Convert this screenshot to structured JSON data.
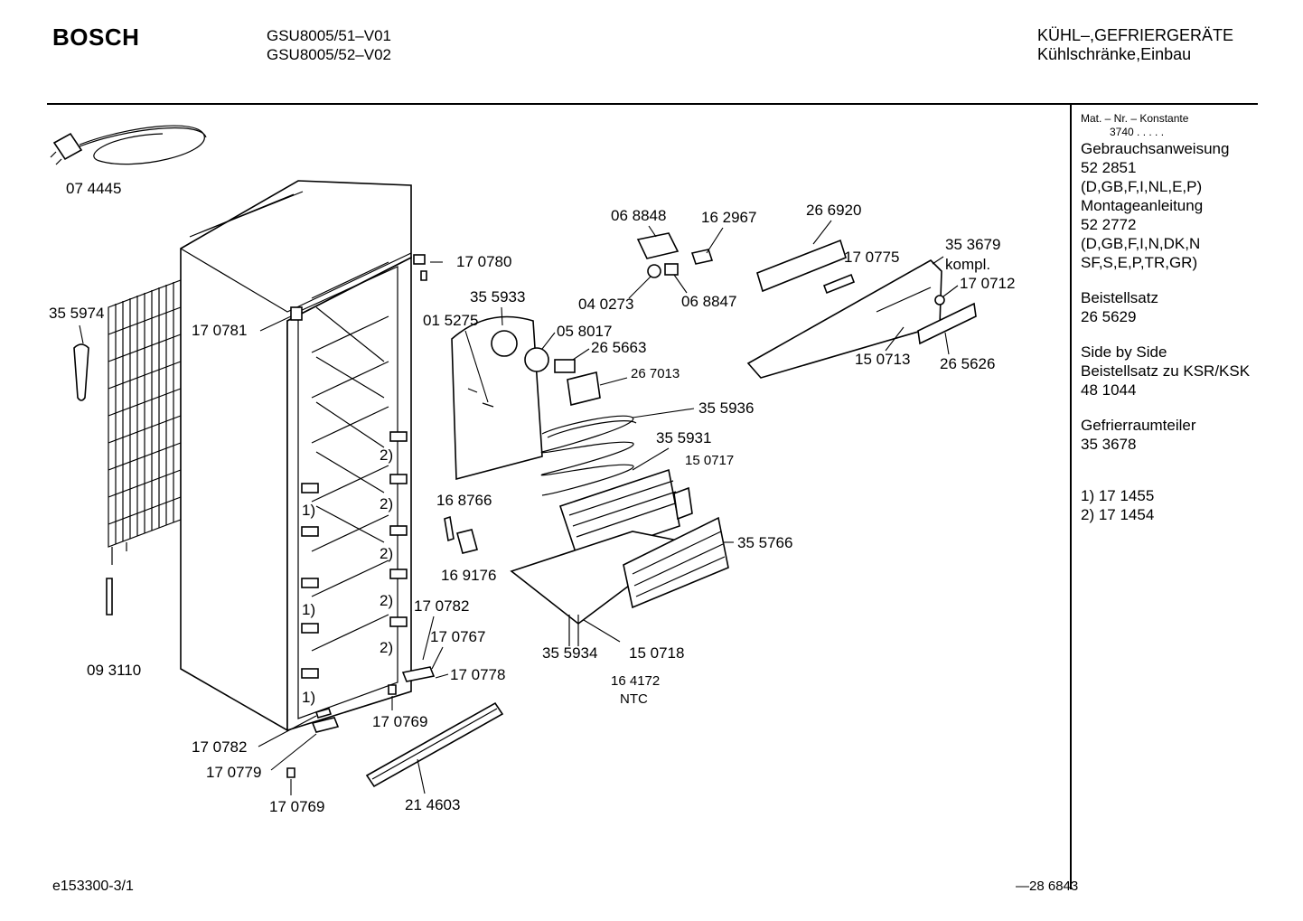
{
  "header": {
    "brand": "BOSCH",
    "models": [
      "GSU8005/51–V01",
      "GSU8005/52–V02"
    ],
    "category": "KÜHL–,GEFRIERGERÄTE",
    "subcategory": "Kühlschränke,Einbau"
  },
  "sidebar": {
    "mat_label": "Mat. – Nr. – Konstante",
    "mat_value": "3740  .   .   .   .   .",
    "lines": [
      "Gebrauchsanweisung",
      "52 2851",
      "(D,GB,F,I,NL,E,P)",
      "Montageanleitung",
      "52 2772",
      "(D,GB,F,I,N,DK,N",
      "SF,S,E,P,TR,GR)"
    ],
    "beistellsatz": [
      "Beistellsatz",
      "26 5629"
    ],
    "side_by_side": [
      "Side by Side",
      "Beistellsatz zu KSR/KSK",
      "48 1044"
    ],
    "gefrierraumteiler": [
      "Gefrierraumteiler",
      "35 3678"
    ],
    "notes": [
      "1) 17 1455",
      "2) 17 1454"
    ]
  },
  "parts": {
    "p074445": "07 4445",
    "p355974": "35 5974",
    "p093110": "09 3110",
    "p170781": "17 0781",
    "p170780": "17 0780",
    "p355933": "35 5933",
    "p015275": "01 5275",
    "p058017": "05 8017",
    "p265663": "26 5663",
    "p267013": "26   7013",
    "p355936": "35 5936",
    "p068848": "06 8848",
    "p162967": "16 2967",
    "p040273": "04 0273",
    "p068847": "06 8847",
    "p266920": "26 6920",
    "p170775": "17 0775",
    "p353679": "35 3679",
    "kompl": "kompl.",
    "p170712": "17 0712",
    "p150713": "15  0713",
    "p265626": "26 5626",
    "p355931": "35 5931",
    "p150717": "15  0717",
    "p355766": "35 5766",
    "p168766": "16 8766",
    "p169176": "16 9176",
    "p170782a": "17 0782",
    "p170767": "17 0767",
    "p170778": "17 0778",
    "p170769a": "17 0769",
    "p355934": "35 5934",
    "p150718": "15  0718",
    "p164172": "16 4172",
    "ntc": "NTC",
    "p170782b": "17 0782",
    "p170779": "17 0779",
    "p170769b": "17 0769",
    "p214603": "21 4603",
    "note1": "1)",
    "note2": "2)"
  },
  "footer": {
    "left": "e153300-3/1",
    "right": "28 6843"
  }
}
